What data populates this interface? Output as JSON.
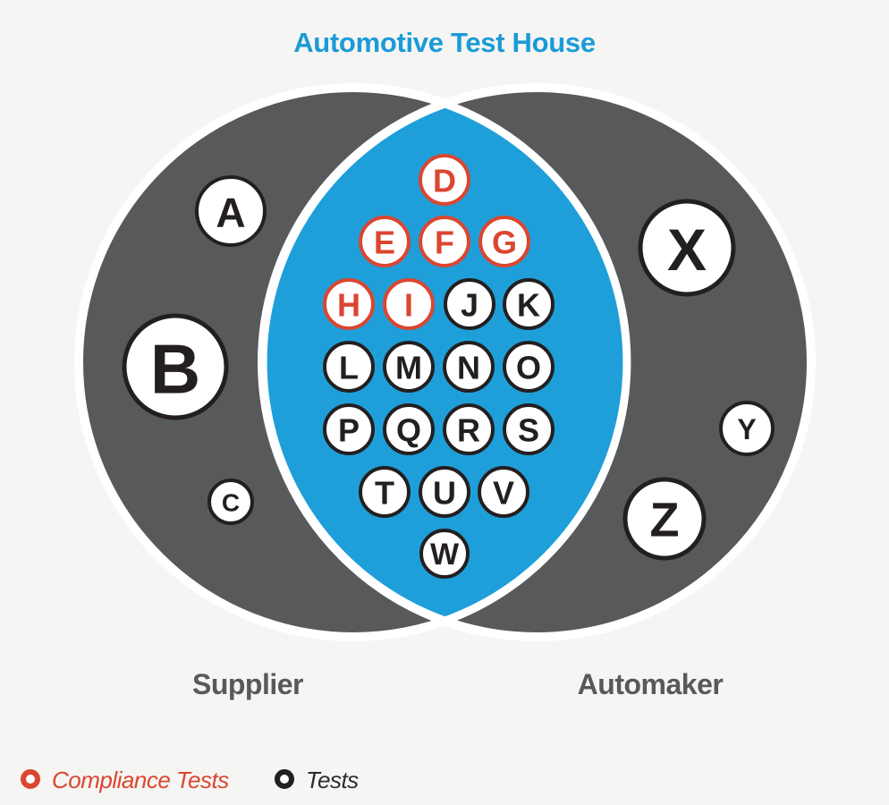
{
  "title": "Automotive Test House",
  "diagram": {
    "left_set_label": "Supplier",
    "right_set_label": "Automaker",
    "regions": {
      "supplier_only": [
        "A",
        "B",
        "C"
      ],
      "overlap": [
        "D",
        "E",
        "F",
        "G",
        "H",
        "I",
        "J",
        "K",
        "L",
        "M",
        "N",
        "O",
        "P",
        "Q",
        "R",
        "S",
        "T",
        "U",
        "V",
        "W"
      ],
      "automaker_only": [
        "X",
        "Y",
        "Z"
      ]
    },
    "compliance_tests": [
      "D",
      "E",
      "F",
      "G",
      "H",
      "I"
    ]
  },
  "legend": {
    "compliance": {
      "label": "Compliance Tests"
    },
    "tests": {
      "label": "Tests"
    }
  },
  "colors": {
    "background": "#f5f5f3",
    "set_fill": "#58595b",
    "overlap_fill": "#1f9fd9",
    "compliance_red": "#da4630",
    "test_black": "#231f20",
    "title_blue": "#1b9bd7",
    "label_gray": "#58595b"
  }
}
